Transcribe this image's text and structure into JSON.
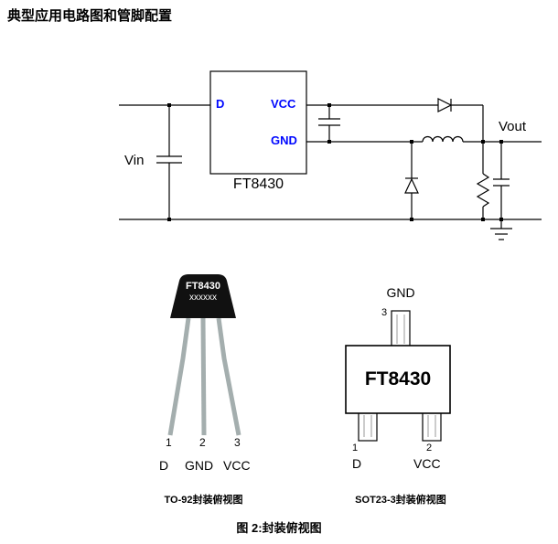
{
  "page": {
    "title": "典型应用电路图和管脚配置",
    "figure_caption": "图 2:封装俯视图"
  },
  "circuit": {
    "ic_label": "FT8430",
    "vin_label": "Vin",
    "vout_label": "Vout",
    "pins": {
      "d": "D",
      "vcc": "VCC",
      "gnd": "GND"
    }
  },
  "to92": {
    "chip_line1": "FT8430",
    "chip_line2": "xxxxxx",
    "pins": [
      {
        "num": "1",
        "name": "D"
      },
      {
        "num": "2",
        "name": "GND"
      },
      {
        "num": "3",
        "name": "VCC"
      }
    ],
    "caption": "TO-92封装俯视图"
  },
  "sot23": {
    "label": "FT8430",
    "pins": [
      {
        "num": "1",
        "name": "D"
      },
      {
        "num": "2",
        "name": "VCC"
      },
      {
        "num": "3",
        "name": "GND"
      }
    ],
    "caption": "SOT23-3封装俯视图"
  },
  "colors": {
    "pin_label_blue": "#0008ff",
    "to92_leg_gray": "#a4aeae",
    "line_black": "#000000"
  }
}
